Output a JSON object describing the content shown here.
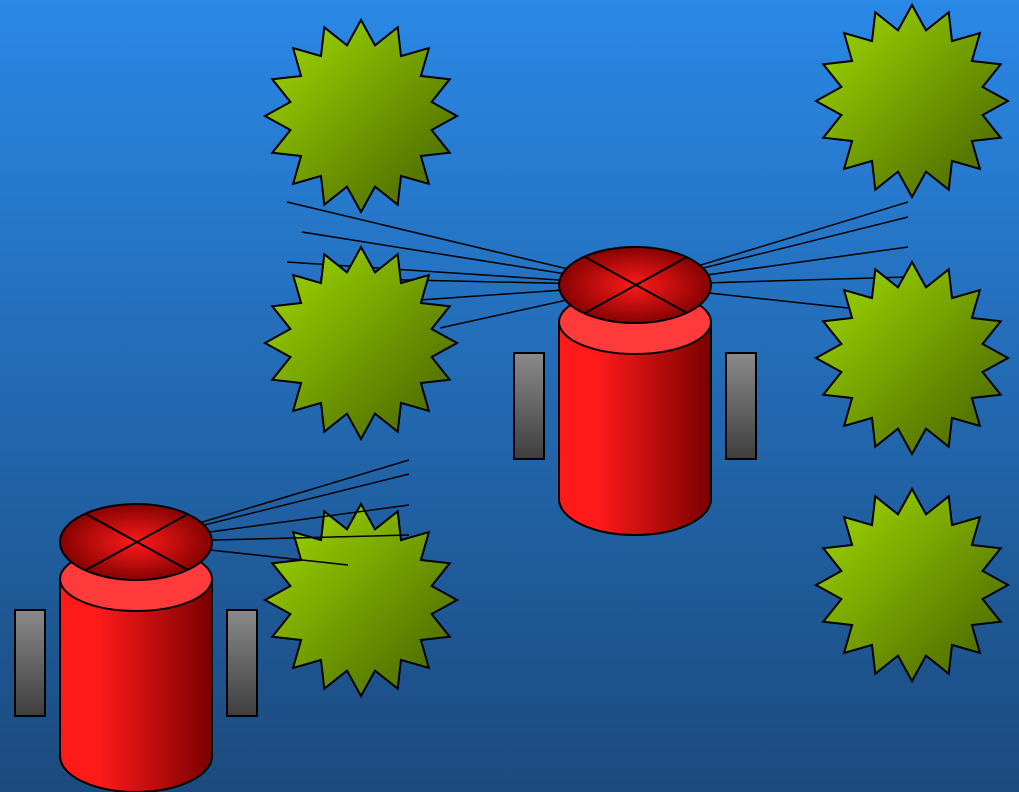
{
  "scene": {
    "background": {
      "top": "#2a88e6",
      "bottom": "#1b4a7d"
    },
    "obstacle_colors": {
      "light": "#8fc400",
      "dark": "#4d6b00"
    },
    "robot_colors": {
      "body_light": "#ff1a1a",
      "body_dark": "#7a0000",
      "top_rim": "#ff3a3a",
      "wheel_light": "#8a8a8a",
      "wheel_dark": "#3e3e3e"
    },
    "obstacles": [
      {
        "name": "obstacle-top-left",
        "icon": "starburst-icon"
      },
      {
        "name": "obstacle-middle-left",
        "icon": "starburst-icon"
      },
      {
        "name": "obstacle-bottom-left",
        "icon": "starburst-icon"
      },
      {
        "name": "obstacle-top-right",
        "icon": "starburst-icon"
      },
      {
        "name": "obstacle-middle-right",
        "icon": "starburst-icon"
      },
      {
        "name": "obstacle-bottom-right",
        "icon": "starburst-icon"
      }
    ],
    "robots": [
      {
        "name": "robot-center",
        "icon": "cylinder-robot-icon",
        "sensor_rays": 12
      },
      {
        "name": "robot-bottom-left",
        "icon": "cylinder-robot-icon",
        "sensor_rays": 6
      }
    ]
  }
}
